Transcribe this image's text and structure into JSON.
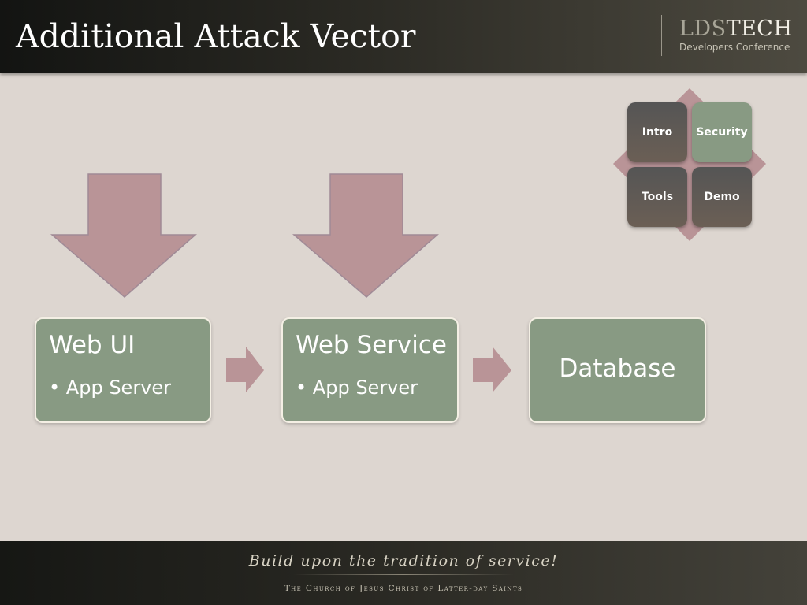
{
  "slide": {
    "title": "Additional Attack Vector"
  },
  "logo": {
    "brand_part1": "LDS",
    "brand_part2": "TECH",
    "subtitle": "Developers Conference"
  },
  "nav": {
    "tiles": [
      {
        "label": "Intro",
        "active": false
      },
      {
        "label": "Security",
        "active": true
      },
      {
        "label": "Tools",
        "active": false
      },
      {
        "label": "Demo",
        "active": false
      }
    ]
  },
  "diagram": {
    "nodes": [
      {
        "title": "Web UI",
        "bullet": "App Server"
      },
      {
        "title": "Web Service",
        "bullet": "App Server"
      },
      {
        "title": "Database"
      }
    ]
  },
  "footer": {
    "tagline": "Build upon the tradition of service!",
    "church": "The Church of Jesus Christ of Latter-day Saints"
  },
  "colors": {
    "node_fill": "#889a83",
    "arrow_fill": "#b99497",
    "background": "#ddd6d0",
    "bar_dark": "#2b2a24"
  }
}
